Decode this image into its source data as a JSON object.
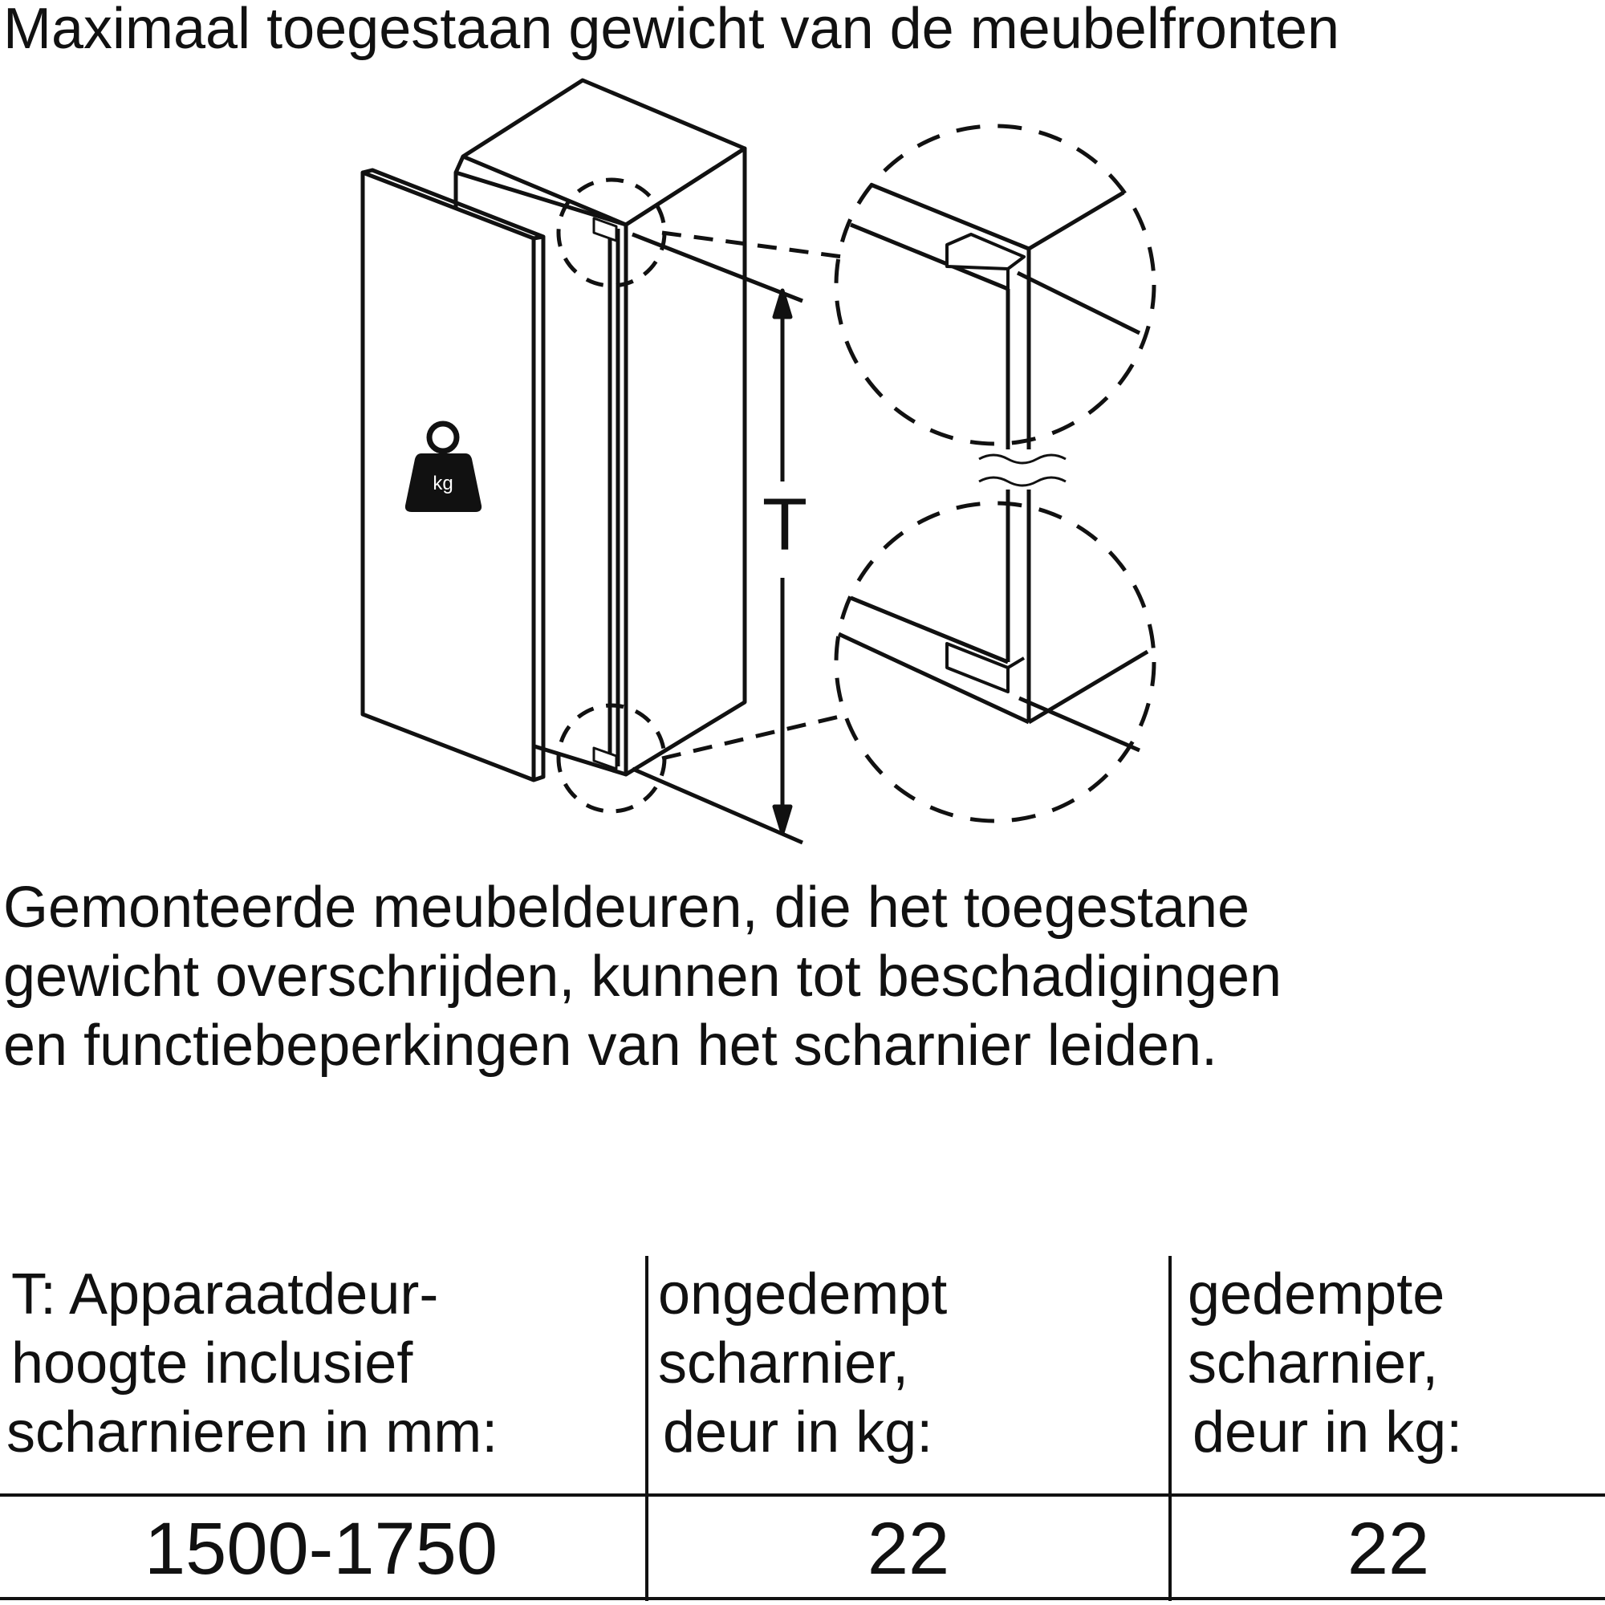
{
  "header": {
    "title": "Maximaal toegestaan gewicht van de meubelfronten"
  },
  "diagram": {
    "dimension_label": "T",
    "weight_icon_label": "kg"
  },
  "warning": {
    "lines": [
      "Gemonteerde meubeldeuren, die het toegestane",
      "gewicht overschrijden, kunnen tot beschadigingen",
      "en functiebeperkingen van het scharnier leiden."
    ]
  },
  "table": {
    "headers": [
      [
        "T: Apparaatdeur-",
        "hoogte inclusief",
        "scharnieren in mm:"
      ],
      [
        "ongedempt",
        "scharnier,",
        "deur in kg:"
      ],
      [
        "gedempte",
        "scharnier,",
        "deur in kg:"
      ]
    ],
    "rows": [
      [
        "1500-1750",
        "22",
        "22"
      ]
    ]
  }
}
